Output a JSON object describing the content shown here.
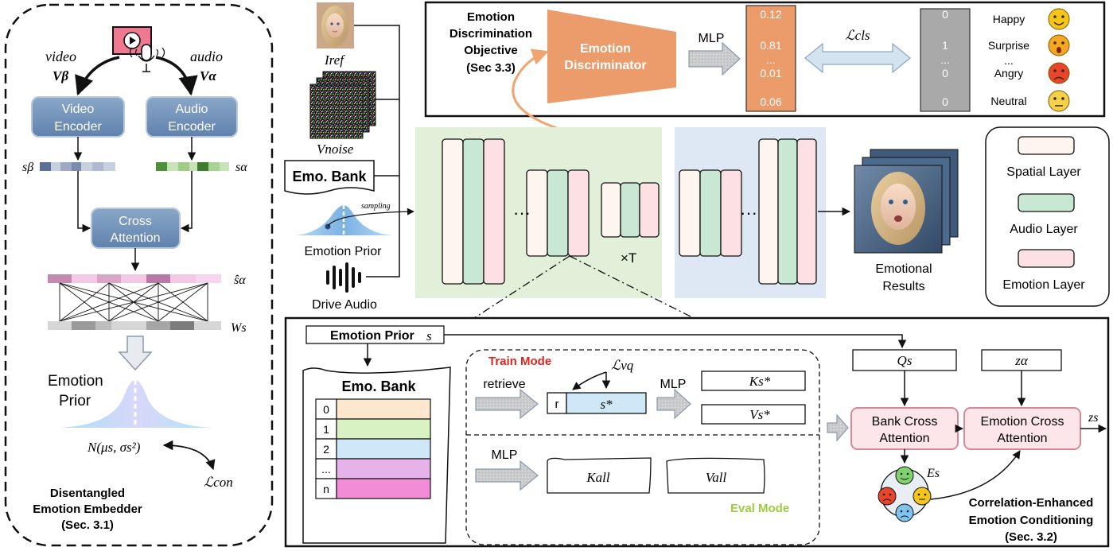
{
  "left": {
    "video_label": "video",
    "video_var": "Vβ",
    "audio_label": "audio",
    "audio_var": "Vα",
    "video_encoder": [
      "Video",
      "Encoder"
    ],
    "audio_encoder": [
      "Audio",
      "Encoder"
    ],
    "s_beta": "sβ",
    "s_alpha": "sα",
    "cross_attention": [
      "Cross",
      "Attention"
    ],
    "s_alpha_hat": "ŝα",
    "w_s": "Ws",
    "emotion_prior": [
      "Emotion",
      "Prior"
    ],
    "normal": "N(μs, σs²)",
    "l_con": "ℒcon",
    "caption": [
      "Disentangled",
      "Emotion Embedder",
      "(Sec. 3.1)"
    ]
  },
  "inputs": {
    "i_ref": "Iref",
    "v_noise": "Vnoise",
    "emo_bank": "Emo. Bank",
    "sampling": "sampling",
    "emotion_prior": "Emotion Prior",
    "drive_audio": "Drive Audio"
  },
  "top": {
    "objective": [
      "Emotion",
      "Discrimination",
      "Objective",
      "(Sec 3.3)"
    ],
    "discriminator": [
      "Emotion",
      "Discriminator"
    ],
    "mlp": "MLP",
    "probs": [
      "0.12",
      "0.81",
      "...",
      "0.01",
      "0.06"
    ],
    "l_cls": "ℒcls",
    "onehot": [
      "0",
      "1",
      "...",
      "0",
      "0"
    ],
    "emotions": [
      {
        "label": "Happy",
        "icon": "happy-face-icon",
        "color": "#f5c518"
      },
      {
        "label": "Surprise",
        "icon": "surprised-face-icon",
        "color": "#f5a623"
      },
      {
        "label": "...",
        "icon": "",
        "color": ""
      },
      {
        "label": "Angry",
        "icon": "angry-face-icon",
        "color": "#e8452c"
      },
      {
        "label": "Neutral",
        "icon": "neutral-face-icon",
        "color": "#f5d04a"
      }
    ]
  },
  "unet": {
    "times_t": "×T",
    "results": [
      "Emotional",
      "Results"
    ]
  },
  "legend": {
    "spatial": "Spatial Layer",
    "audio": "Audio Layer",
    "emotion": "Emotion Layer",
    "colors": {
      "spatial": "#fdf5ee",
      "audio": "#c9e8d3",
      "emotion": "#fde0e4"
    }
  },
  "bottom": {
    "emotion_prior": "Emotion Prior",
    "s_var": "s",
    "emo_bank": "Emo. Bank",
    "bank_rows": [
      {
        "label": "0",
        "color": "#fde7ce"
      },
      {
        "label": "1",
        "color": "#d9f2c4"
      },
      {
        "label": "2",
        "color": "#cfe8f7"
      },
      {
        "label": "...",
        "color": "#e5b3ea"
      },
      {
        "label": "n",
        "color": "#f28cd6"
      }
    ],
    "train_mode": "Train Mode",
    "eval_mode": "Eval Mode",
    "l_vq": "ℒvq",
    "retrieve": "retrieve",
    "r": "r",
    "s_star": "s*",
    "mlp_train": "MLP",
    "k_s": "Ks*",
    "v_s": "Vs*",
    "mlp_eval": "MLP",
    "k_all": "Kall",
    "v_all": "Vall",
    "q_s": "Qs",
    "z_alpha": "zα",
    "bank_cross": [
      "Bank Cross",
      "Attention"
    ],
    "emotion_cross": [
      "Emotion Cross",
      "Attention"
    ],
    "z_s": "zs",
    "e_s": "Es",
    "caption": [
      "Correlation-Enhanced",
      "Emotion Conditioning",
      "(Sec. 3.2)"
    ]
  }
}
